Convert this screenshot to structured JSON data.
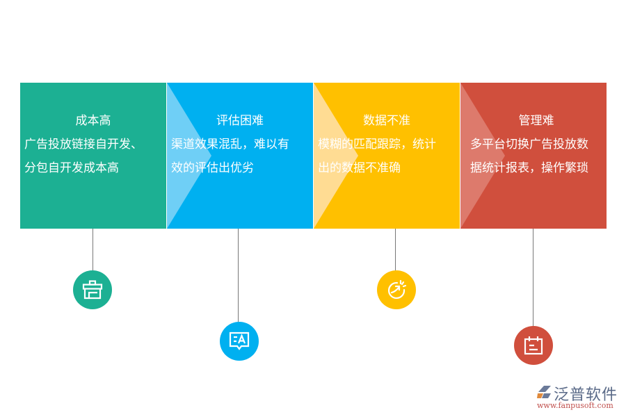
{
  "colors": {
    "teal": "#1cb093",
    "blue": "#00b0f0",
    "yellow": "#ffc000",
    "red": "#d04f3d",
    "blue_light": "#6fcff6",
    "yellow_light": "#ffdc93",
    "red_light": "#dd7a6c"
  },
  "panels": [
    {
      "title": "成本高",
      "line1": "广告投放链接自开发、",
      "line2": "分包自开发成本高",
      "icon": "briefcase-icon"
    },
    {
      "title": "评估困难",
      "line1": "渠道效果混乱，难以有",
      "line2": "效的评估出优劣",
      "icon": "text-message-icon"
    },
    {
      "title": "数据不准",
      "line1": "模糊的匹配跟踪，统计",
      "line2": "出的数据不准确",
      "icon": "growth-arrow-icon"
    },
    {
      "title": "管理难",
      "line1": "多平台切换广告投放数",
      "line2": "据统计报表，操作繁琐",
      "icon": "calendar-icon"
    }
  ],
  "logo": {
    "name": "泛普软件",
    "url": "www.fanpusoft.com"
  }
}
